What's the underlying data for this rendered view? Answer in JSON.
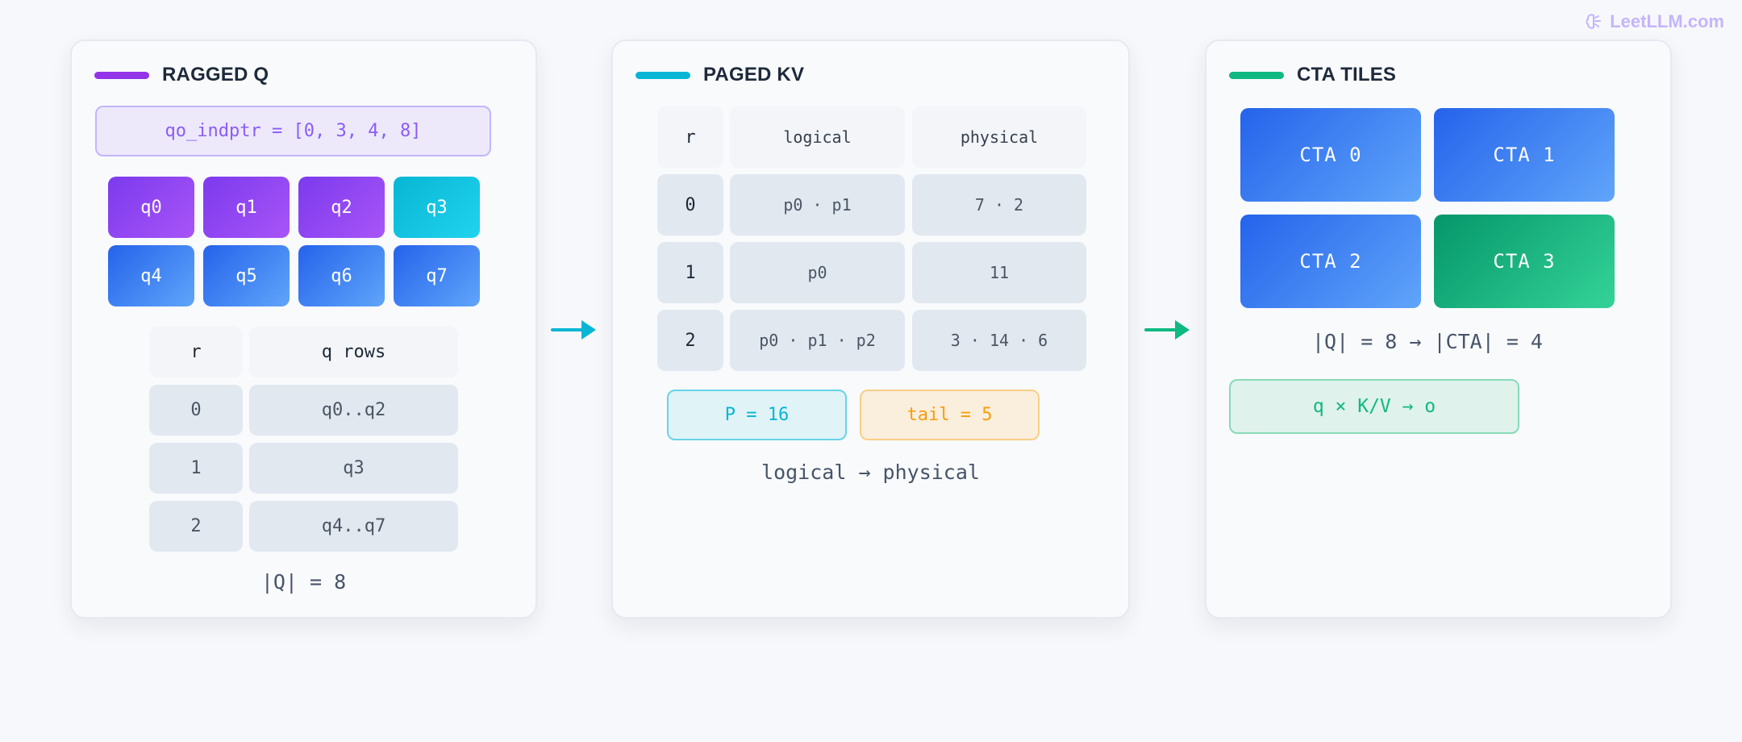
{
  "brand": {
    "name": "LeetLLM.com"
  },
  "colors": {
    "purple": "#7c3aed",
    "cyan": "#06b6d4",
    "blue": "#2563eb",
    "green": "#10b981",
    "orange": "#f59e0b"
  },
  "ragged_q": {
    "title": "RAGGED Q",
    "indptr": "qo_indptr = [0, 3, 4, 8]",
    "cells": [
      "q0",
      "q1",
      "q2",
      "q3",
      "q4",
      "q5",
      "q6",
      "q7"
    ],
    "table": {
      "headers": [
        "r",
        "q rows"
      ],
      "rows": [
        [
          "0",
          "q0..q2"
        ],
        [
          "1",
          "q3"
        ],
        [
          "2",
          "q4..q7"
        ]
      ]
    },
    "caption": "|Q| = 8"
  },
  "paged_kv": {
    "title": "PAGED KV",
    "table": {
      "headers": [
        "r",
        "logical",
        "physical"
      ],
      "rows": [
        [
          "0",
          "p0 · p1",
          "7 · 2"
        ],
        [
          "1",
          "p0",
          "11"
        ],
        [
          "2",
          "p0 · p1 · p2",
          "3 · 14 · 6"
        ]
      ]
    },
    "p_label": "P = 16",
    "tail_label": "tail = 5",
    "caption": "logical → physical"
  },
  "cta_tiles": {
    "title": "CTA TILES",
    "tiles": [
      "CTA 0",
      "CTA 1",
      "CTA 2",
      "CTA 3"
    ],
    "caption": "|Q| = 8 → |CTA| = 4",
    "formula": "q × K/V → o"
  },
  "arrows": [
    "arrow-right-icon",
    "arrow-right-icon"
  ]
}
